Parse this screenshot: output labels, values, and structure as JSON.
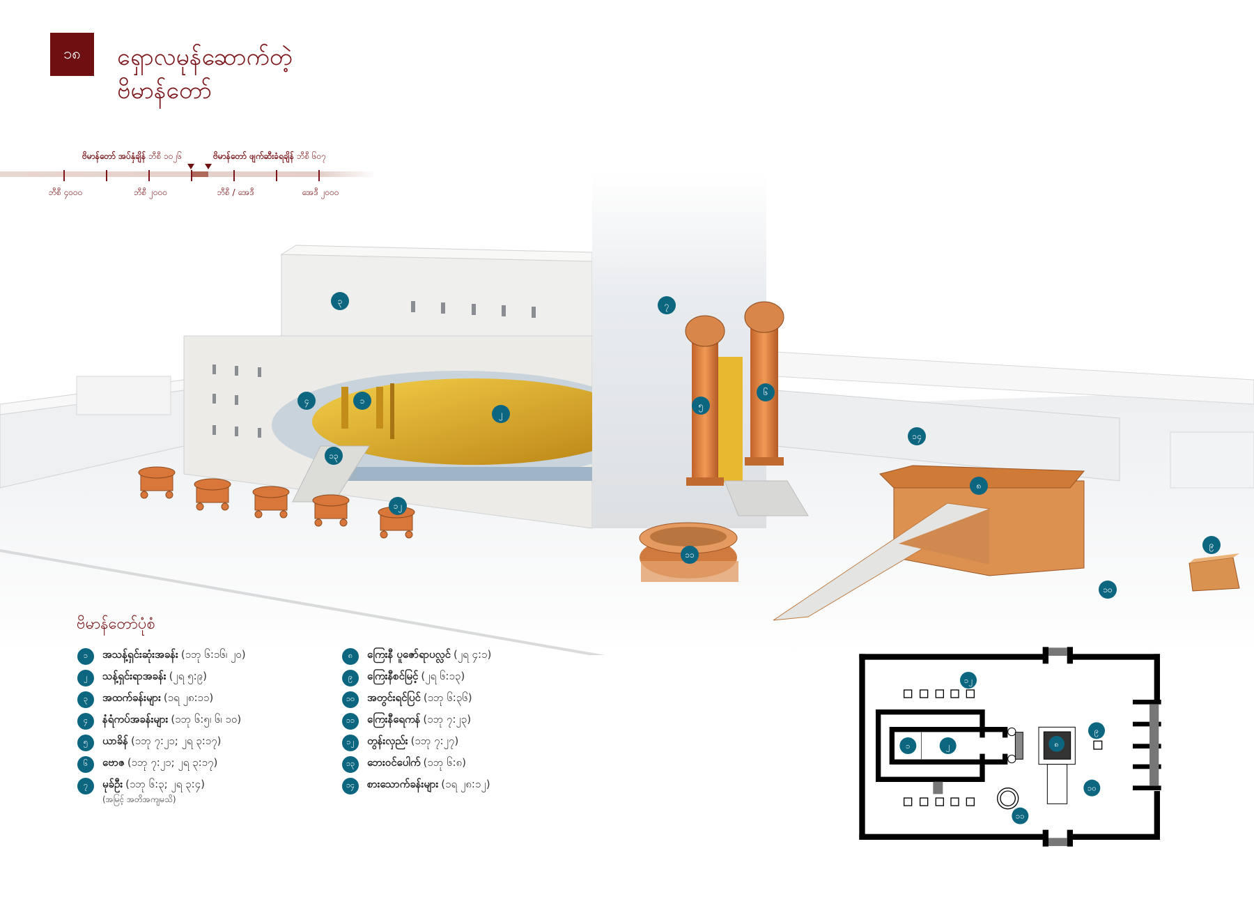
{
  "header": {
    "chapter_number": "၁၈",
    "title_line1": "ရှောလမုန်ဆောက်တဲ့",
    "title_line2": "ဗိမာန်တော်"
  },
  "timeline": {
    "events": [
      {
        "label": "ဗိမာန်တော် အပ်နှံချိန်",
        "date": "ဘီစီ ၁၀၂၆"
      },
      {
        "label": "ဗိမာန်တော် ဖျက်ဆီးခံရချိန်",
        "date": "ဘီစီ ၆၀၇"
      }
    ],
    "ticks": [
      "ဘီစီ ၄၀၀၀",
      "ဘီစီ ၂၀၀၀",
      "ဘီစီ / အေဒီ",
      "အေဒီ ၂၀၀၀"
    ]
  },
  "colors": {
    "brand": "#7a1418",
    "badge": "#0d6680",
    "bronze": "#d9864a",
    "gold": "#d9a520"
  },
  "callouts": {
    "n1": "၁",
    "n2": "၂",
    "n3": "၃",
    "n4": "၄",
    "n5": "၅",
    "n6": "၆",
    "n7": "၇",
    "n8": "၈",
    "n9": "၉",
    "n10": "၁၀",
    "n11": "၁၁",
    "n12": "၁၂",
    "n13": "၁၃",
    "n14": "၁၄"
  },
  "legend": {
    "title": "ဗိမာန်တော်ပုံစံ",
    "items": [
      {
        "num": "၁",
        "name": "အသန့်ရှင်းဆုံးအခန်း",
        "ref": "(၁ဘု ၆:၁၆၊ ၂၀)"
      },
      {
        "num": "၂",
        "name": "သန့်ရှင်းရာအခန်း",
        "ref": "(၂ရ ၅:၉)"
      },
      {
        "num": "၃",
        "name": "အထက်ခန်းများ",
        "ref": "(၁ရ ၂၈:၁၁)"
      },
      {
        "num": "၄",
        "name": "နံရံကပ်အခန်းများ",
        "ref": "(၁ဘု ၆:၅၊ ၆၊ ၁၀)"
      },
      {
        "num": "၅",
        "name": "ယာခိန်",
        "ref": "(၁ဘု ၇:၂၁; ၂ရ ၃:၁၇)"
      },
      {
        "num": "၆",
        "name": "ဗောဇ",
        "ref": "(၁ဘု ၇:၂၁; ၂ရ ၃:၁၇)"
      },
      {
        "num": "၇",
        "name": "မုခ်ဦး",
        "ref": "(၁ဘု ၆:၃; ၂ရ ၃:၄)",
        "note": "(အမြင့် အတိအကျမသိ)"
      },
      {
        "num": "၈",
        "name": "ကြေးနီ ပူဇော်ရာပလ္လင်",
        "ref": "(၂ရ ၄:၁)"
      },
      {
        "num": "၉",
        "name": "ကြေးနီစင်မြင့်",
        "ref": "(၂ရ ၆:၁၃)"
      },
      {
        "num": "၁၀",
        "name": "အတွင်းရင်ပြင်",
        "ref": "(၁ဘု ၆:၃၆)"
      },
      {
        "num": "၁၁",
        "name": "ကြေးနီရေကန်",
        "ref": "(၁ဘု ၇:၂၃)"
      },
      {
        "num": "၁၂",
        "name": "တွန်းလှည်း",
        "ref": "(၁ဘု ၇:၂၇)"
      },
      {
        "num": "၁၃",
        "name": "ဘေးဝင်ပေါက်",
        "ref": "(၁ဘု ၆:၈)"
      },
      {
        "num": "၁၄",
        "name": "စားသောက်ခန်းများ",
        "ref": "(၁ရ ၂၈:၁၂)"
      }
    ]
  }
}
